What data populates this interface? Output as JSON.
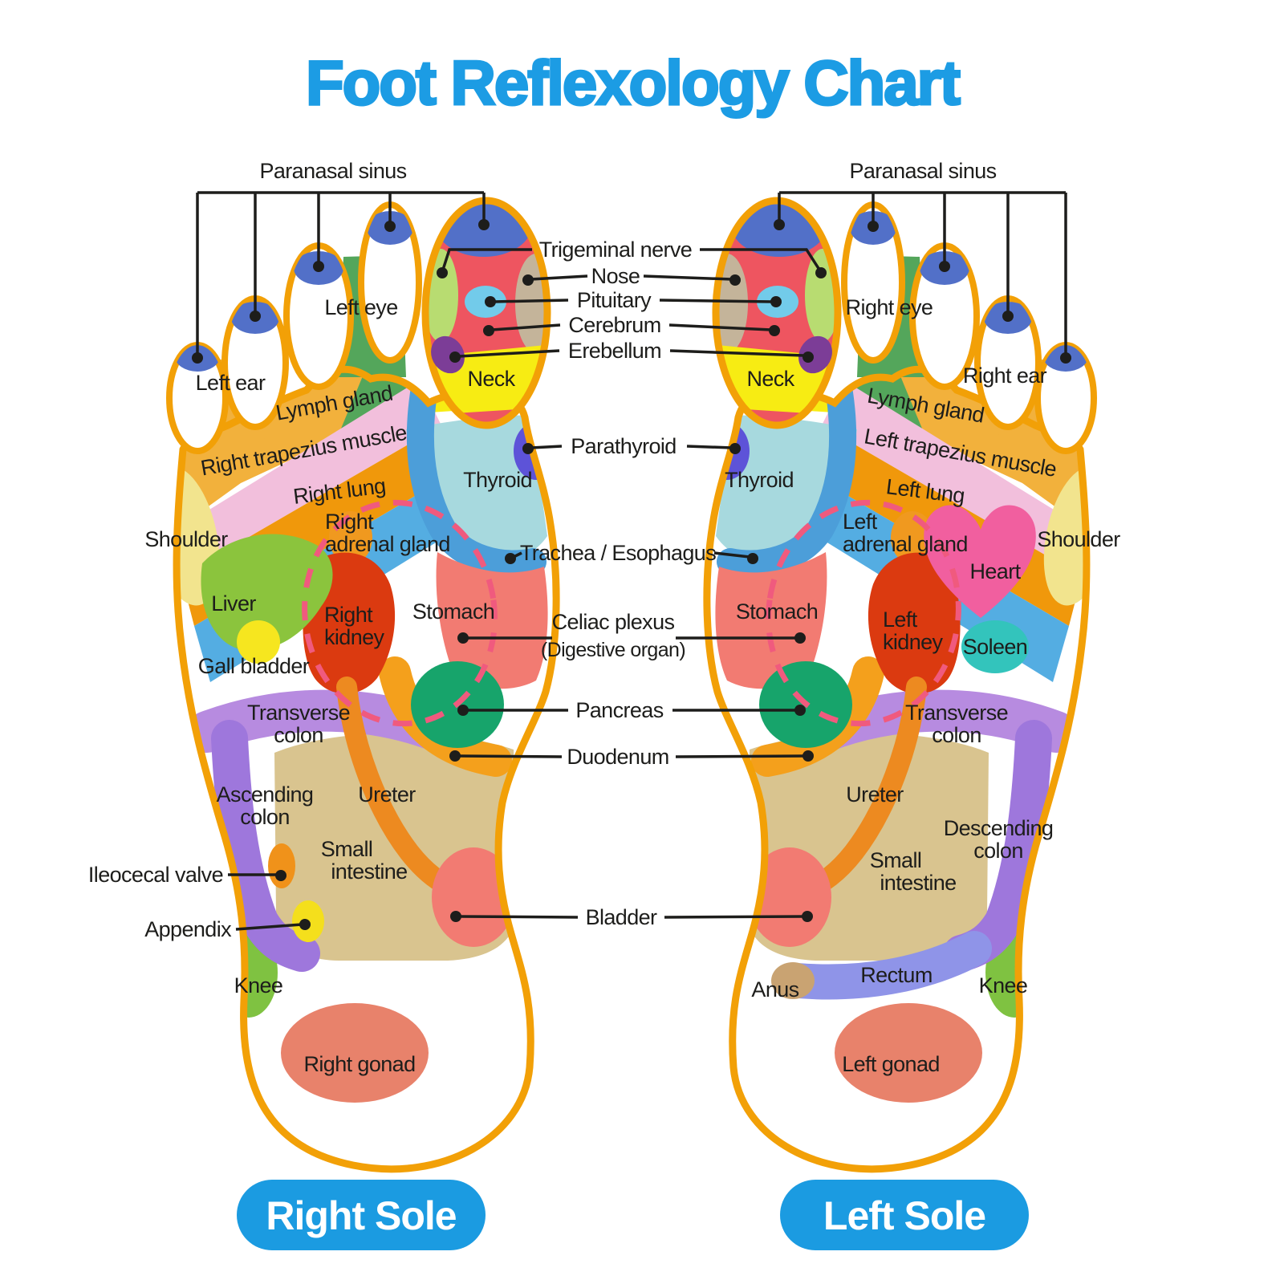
{
  "title": "Foot Reflexology Chart",
  "labels": {
    "paranasal_sinus": "Paranasal sinus",
    "trigeminal_nerve": "Trigeminal nerve",
    "nose": "Nose",
    "pituitary": "Pituitary",
    "cerebrum": "Cerebrum",
    "erebellum": "Erebellum",
    "neck": "Neck",
    "parathyroid": "Parathyroid",
    "thyroid": "Thyroid",
    "trachea_esophagus": "Trachea / Esophagus",
    "stomach": "Stomach",
    "celiac_plexus": "Celiac plexus",
    "digestive_organ": "(Digestive organ)",
    "pancreas": "Pancreas",
    "duodenum": "Duodenum",
    "bladder": "Bladder",
    "lymph_gland": "Lymph gland",
    "shoulder": "Shoulder",
    "ureter": "Ureter",
    "small": "Small",
    "intestine": "intestine",
    "transverse": "Transverse",
    "colon": "colon",
    "knee": "Knee"
  },
  "right_sole": {
    "button": "Right Sole",
    "eye": "Left eye",
    "ear": "Left ear",
    "trapezius": "Right trapezius muscle",
    "lung": "Right lung",
    "adrenal_line1": "Right",
    "adrenal_line2": "adrenal gland",
    "kidney_line1": "Right",
    "kidney_line2": "kidney",
    "liver": "Liver",
    "gall_bladder": "Gall bladder",
    "ascending": "Ascending",
    "ileocecal_valve": "Ileocecal valve",
    "appendix": "Appendix",
    "gonad": "Right gonad"
  },
  "left_sole": {
    "button": "Left Sole",
    "eye": "Right eye",
    "ear": "Right ear",
    "trapezius": "Left trapezius muscle",
    "lung": "Left lung",
    "adrenal_line1": "Left",
    "adrenal_line2": "adrenal gland",
    "kidney_line1": "Left",
    "kidney_line2": "kidney",
    "heart": "Heart",
    "soleen": "Soleen",
    "descending": "Descending",
    "rectum": "Rectum",
    "anus": "Anus",
    "gonad": "Left gonad"
  },
  "colors": {
    "title_blue": "#1C9CE4",
    "outline": "#F2A007",
    "toe_cap": "#5270C8",
    "big_toe_red": "#EE5560",
    "nose_tan": "#C4B49A",
    "trigeminal_green": "#B8DC71",
    "pituitary_blue": "#72CBEA",
    "neck_yellow": "#F7EC13",
    "cerebellum_purple": "#7C3D97",
    "eye_green": "#54A65B",
    "ear_orange": "#F2B13C",
    "lymph_pink": "#F2BFDC",
    "trapezius_orange": "#F0980B",
    "lung_blue": "#54ADE2",
    "shoulder_yellow": "#F2E48E",
    "thyroid_teal": "#A7D9DE",
    "trachea_blue": "#4C9ED9",
    "parathyroid_purple": "#5D53D8",
    "stomach_salmon": "#F27B72",
    "liver_green": "#8BC43D",
    "gall_yellow": "#F6E61F",
    "kidney_red": "#DB3A10",
    "adrenal_orange": "#F0991F",
    "pancreas_green": "#17A46B",
    "duodenum_orange": "#F4A01C",
    "transverse_purple": "#B78BE0",
    "colon_purple": "#9E77DC",
    "intestine_tan": "#D9C48F",
    "ureter_orange": "#ED8A20",
    "ileocecal_orange": "#F0921A",
    "appendix_yellow": "#F4DF1C",
    "knee_green": "#7FC241",
    "gonad_salmon": "#E8826B",
    "heart_pink": "#F15F9F",
    "soleen_teal": "#33C4BC",
    "rectum_blue": "#8F94E8",
    "anus_tan": "#C9A372",
    "dash_pink": "#F05A7E",
    "button_blue": "#1B9BE1"
  }
}
